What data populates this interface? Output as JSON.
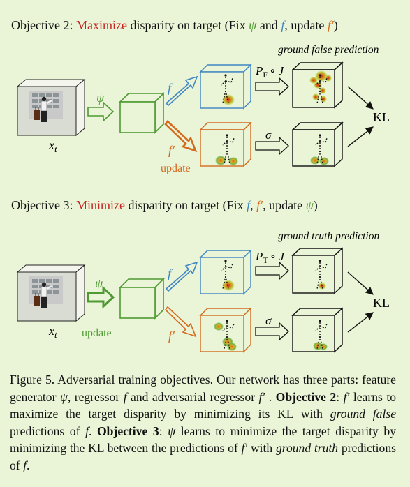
{
  "objective2": {
    "label": "Objective 2:",
    "verb": "Maximize",
    "text": "disparity on target (Fix",
    "psi": "ψ",
    "and": "and",
    "f": "f",
    "comma_update": ", update",
    "fprime": "f′",
    "close": ")",
    "annotation": "ground false prediction",
    "projection": "P",
    "projection_sub": "F",
    "projection_rest": "∘ J",
    "input_label": "x",
    "input_sub": "t",
    "mapping_psi": "ψ",
    "mapping_f": "f",
    "mapping_fprime": "f′",
    "update_label": "update",
    "sigma": "σ",
    "kl": "KL"
  },
  "objective3": {
    "label": "Objective 3:",
    "verb": "Minimize",
    "text": "disparity on target (Fix",
    "f": "f",
    "comma": ",",
    "fprime": "f′",
    "comma_update": ", update",
    "psi": "ψ",
    "close": ")",
    "annotation": "ground truth prediction",
    "projection": "P",
    "projection_sub": "T",
    "projection_rest": "∘ J",
    "input_label": "x",
    "input_sub": "t",
    "mapping_psi": "ψ",
    "mapping_f": "f",
    "mapping_fprime": "f′",
    "update_label": "update",
    "sigma": "σ",
    "kl": "KL"
  },
  "caption": {
    "p1": "Figure 5. Adversarial training objectives. Our network has three parts: feature generator ",
    "psi1": "ψ",
    "p2": ", regressor ",
    "f1": "f",
    "p3": " and adversarial regressor ",
    "fp1": "f′",
    "p4": " . ",
    "obj2": "Objective 2",
    "p5": ": ",
    "fp2": "f′",
    "p6": " learns to maximize the target disparity by minimizing its KL with ",
    "gf": "ground false",
    "p7": " predictions of ",
    "f2": "f",
    "p8": ". ",
    "obj3": "Objective 3",
    "p9": ": ",
    "psi2": "ψ",
    "p10": " learns to minimize the target disparity by minimizing the KL between the predictions of ",
    "fp3": "f′",
    "p11": " with ",
    "gt": "ground truth",
    "p12": " predictions of ",
    "f3": "f",
    "p13": "."
  },
  "colors": {
    "background": "#eaf4d7",
    "red": "#c5231f",
    "blue": "#3e86c4",
    "orange": "#d36b1f",
    "green": "#4f9a33"
  }
}
